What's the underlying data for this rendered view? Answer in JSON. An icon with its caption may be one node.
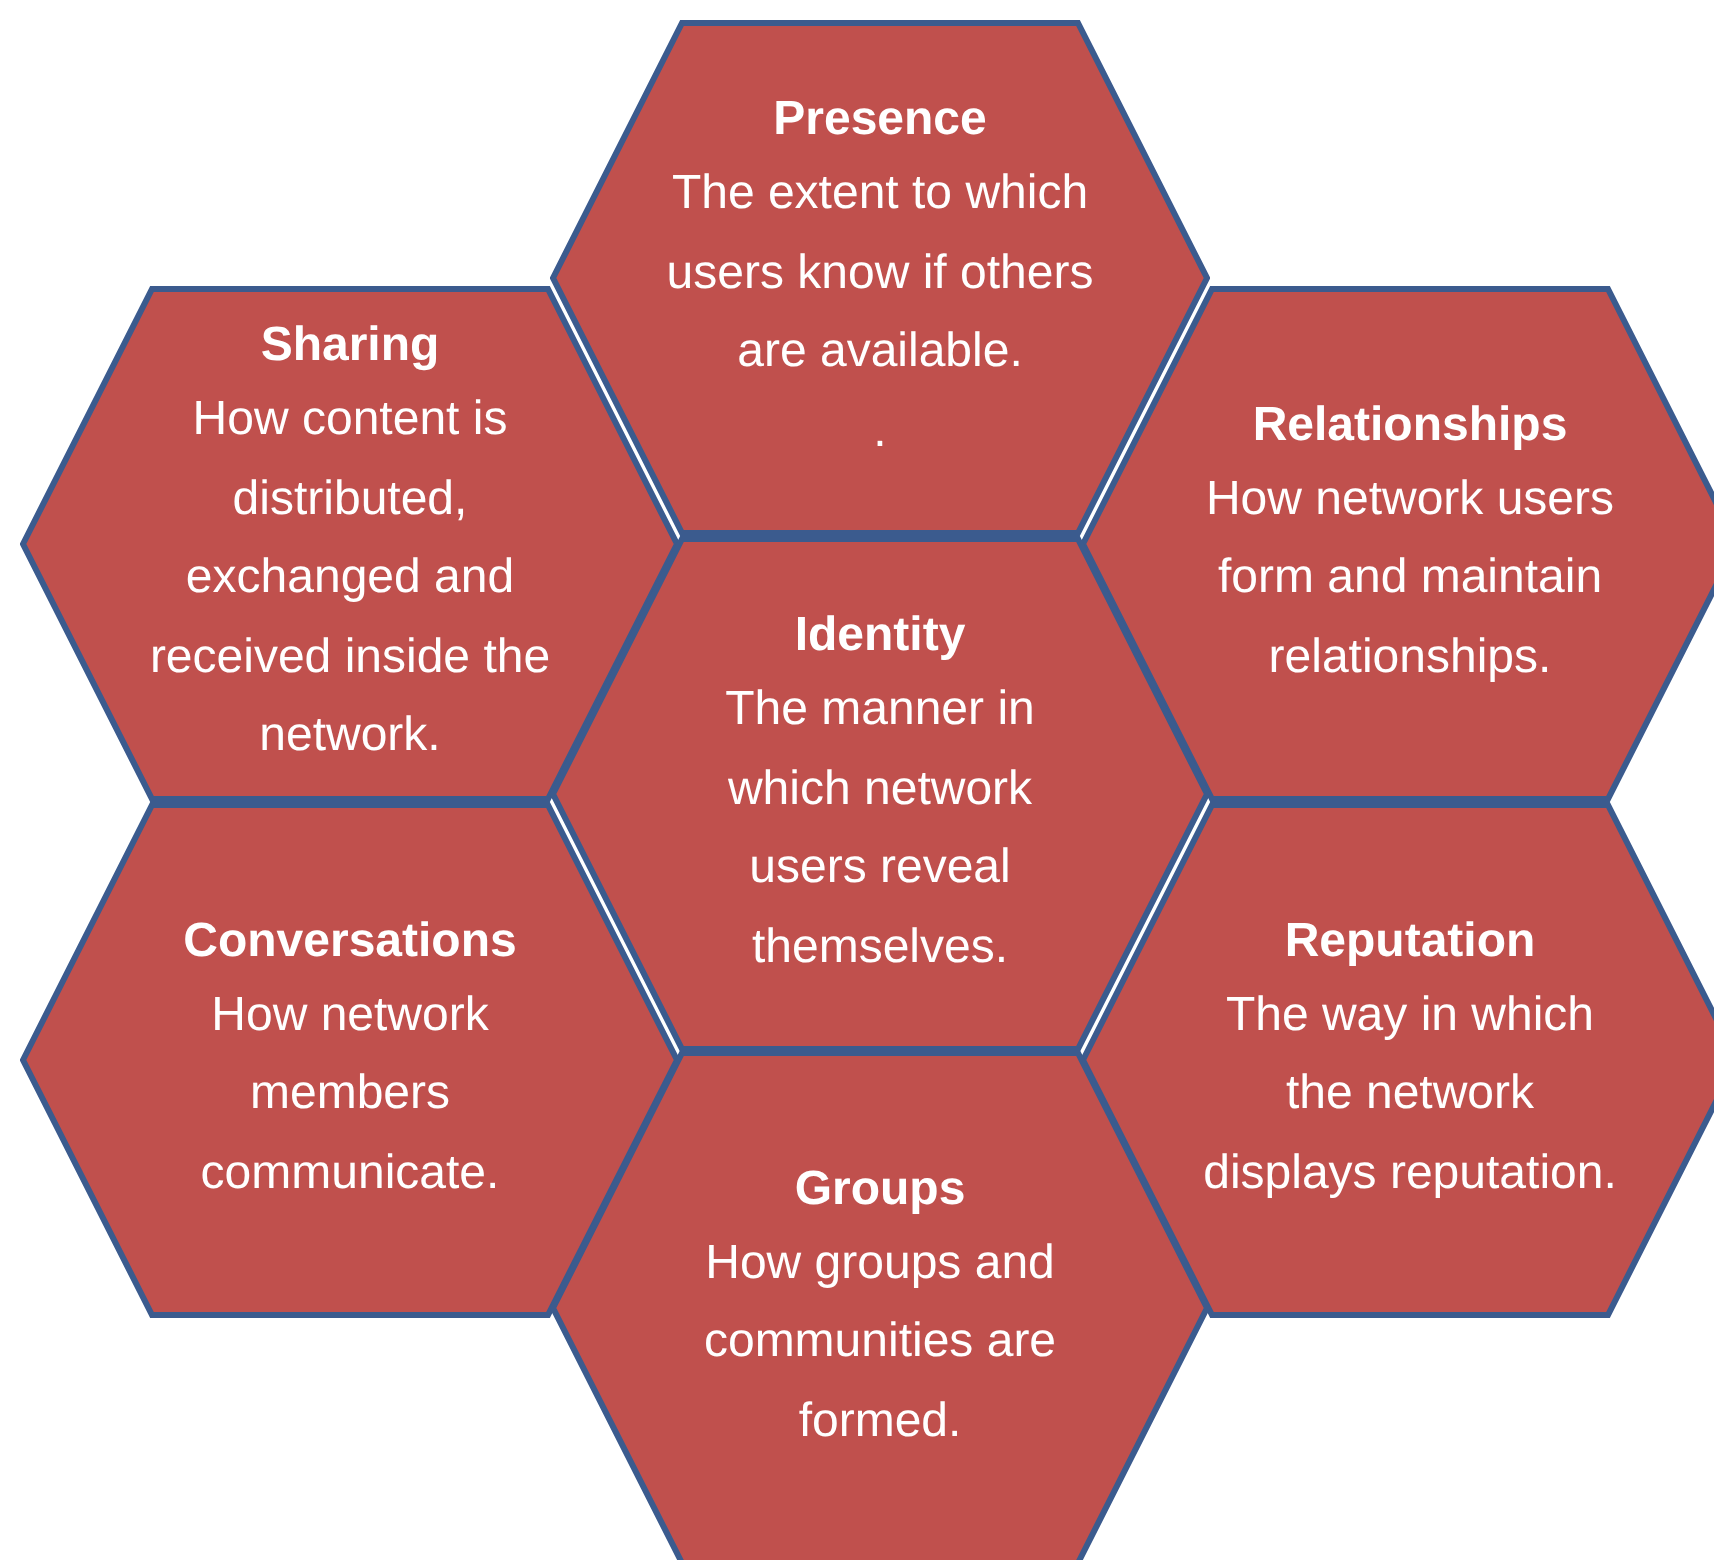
{
  "diagram": {
    "nodes": [
      {
        "text": [
          "Presence",
          "The extent to which users know if others are available.",
          "."
        ]
      },
      {
        "text": [
          "Sharing",
          "How content is distributed, exchanged and received inside the network."
        ]
      },
      {
        "text": [
          "Relationships",
          "How network users form and maintain relationships."
        ]
      },
      {
        "text": [
          "Identity",
          "The manner in which network users reveal themselves."
        ]
      },
      {
        "text": [
          "Conversations",
          "How network members communicate."
        ]
      },
      {
        "text": [
          "Reputation",
          "The way in which the network displays reputation."
        ]
      },
      {
        "text": [
          "Groups",
          "How groups and communities are formed."
        ]
      }
    ]
  }
}
